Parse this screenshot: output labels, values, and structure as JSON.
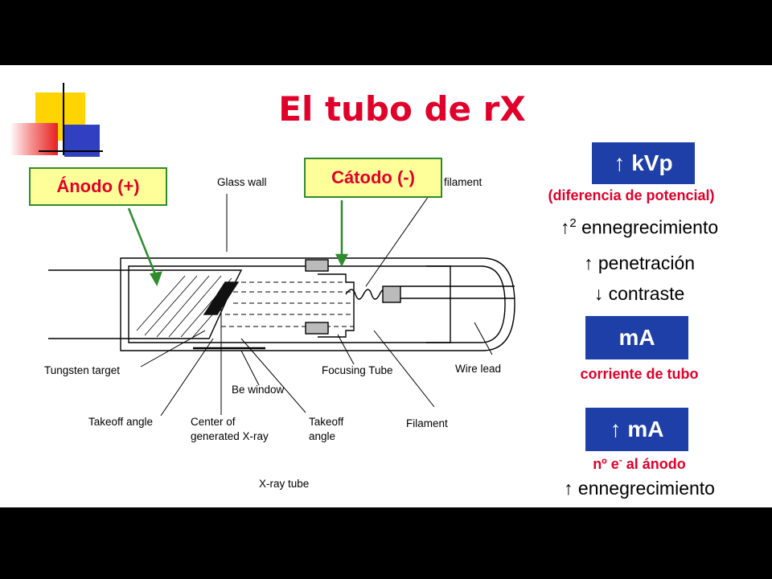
{
  "title": "El tubo de rX",
  "callouts": {
    "anodo": "Ánodo (+)",
    "catodo": "Cátodo (-)"
  },
  "diagram": {
    "labels": {
      "glass_wall": "Glass wall",
      "filament_top": "filament",
      "tungsten_target": "Tungsten target",
      "be_window": "Be window",
      "focusing_tube": "Focusing Tube",
      "wire_lead": "Wire lead",
      "takeoff_left_1": "Takeoff angle",
      "center_1": "Center of",
      "center_2": "generated X-ray",
      "takeoff_right_1": "Takeoff",
      "takeoff_right_2": "angle",
      "filament_bottom": "Filament",
      "caption": "X-ray tube"
    }
  },
  "panel": {
    "kvp_box": "↑ kVp",
    "kvp_desc": "(diferencia de potencial)",
    "kvp_effect1_arrow": "↑",
    "kvp_effect1_sup": "2",
    "kvp_effect1_text": " ennegrecimiento",
    "kvp_effect2": "↑ penetración",
    "kvp_effect3": "↓ contraste",
    "ma_box": "mA",
    "ma_desc": "corriente de tubo",
    "ma_up_box": "↑ mA",
    "ma_up_desc_pre": "nº e",
    "ma_up_desc_sup": "-",
    "ma_up_desc_post": " al ánodo",
    "ma_up_effect": "↑ ennegrecimiento"
  },
  "colors": {
    "title_red": "#e0002a",
    "callout_fill": "#ffff99",
    "callout_border": "#2e8b2e",
    "box_blue": "#1f3fa8",
    "deco_yellow": "#ffd400",
    "deco_blue": "#3040c0"
  }
}
